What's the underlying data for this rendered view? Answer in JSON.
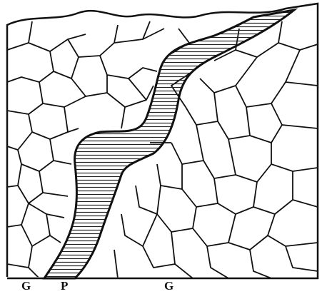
{
  "labels": {
    "left": "G",
    "middle": "P",
    "right": "G"
  },
  "colors": {
    "ink": "#111111",
    "hatch": "#222222",
    "background": "#ffffff"
  }
}
